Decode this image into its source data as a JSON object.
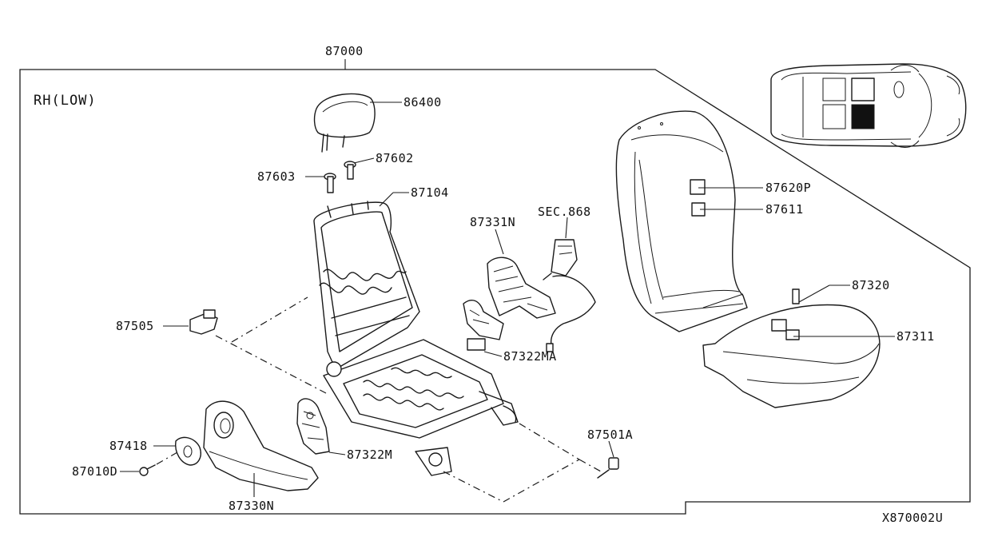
{
  "region_label": "RH(LOW)",
  "diagram_code": "X870002U",
  "parts": {
    "seat_assembly": "87000",
    "headrest": "86400",
    "headrest_guide_a": "87602",
    "headrest_guide_b": "87603",
    "back_frame": "87104",
    "side_trim_inner": "87331N",
    "seat_belt_ref": "SEC.868",
    "back_pad": "87620P",
    "back_trim": "87611",
    "cushion_pad": "87320",
    "cushion_trim": "87311",
    "lever_bracket": "87505",
    "cover_inner_a": "87322MA",
    "cover_inner_b": "87322M",
    "bolt": "87501A",
    "knob": "87418",
    "screw": "87010D",
    "side_finisher": "87330N"
  },
  "colors": {
    "line": "#1a1a1a",
    "background": "#ffffff",
    "highlight": "#111111"
  }
}
